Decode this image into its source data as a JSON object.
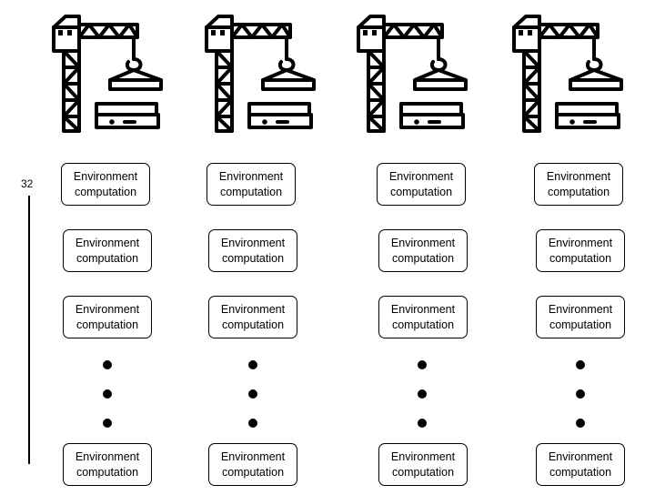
{
  "diagram": {
    "scale_label": "32",
    "box_label_line1": "Environment",
    "box_label_line2": "computation",
    "columns": 4,
    "icon": "construction-crane-icon"
  }
}
